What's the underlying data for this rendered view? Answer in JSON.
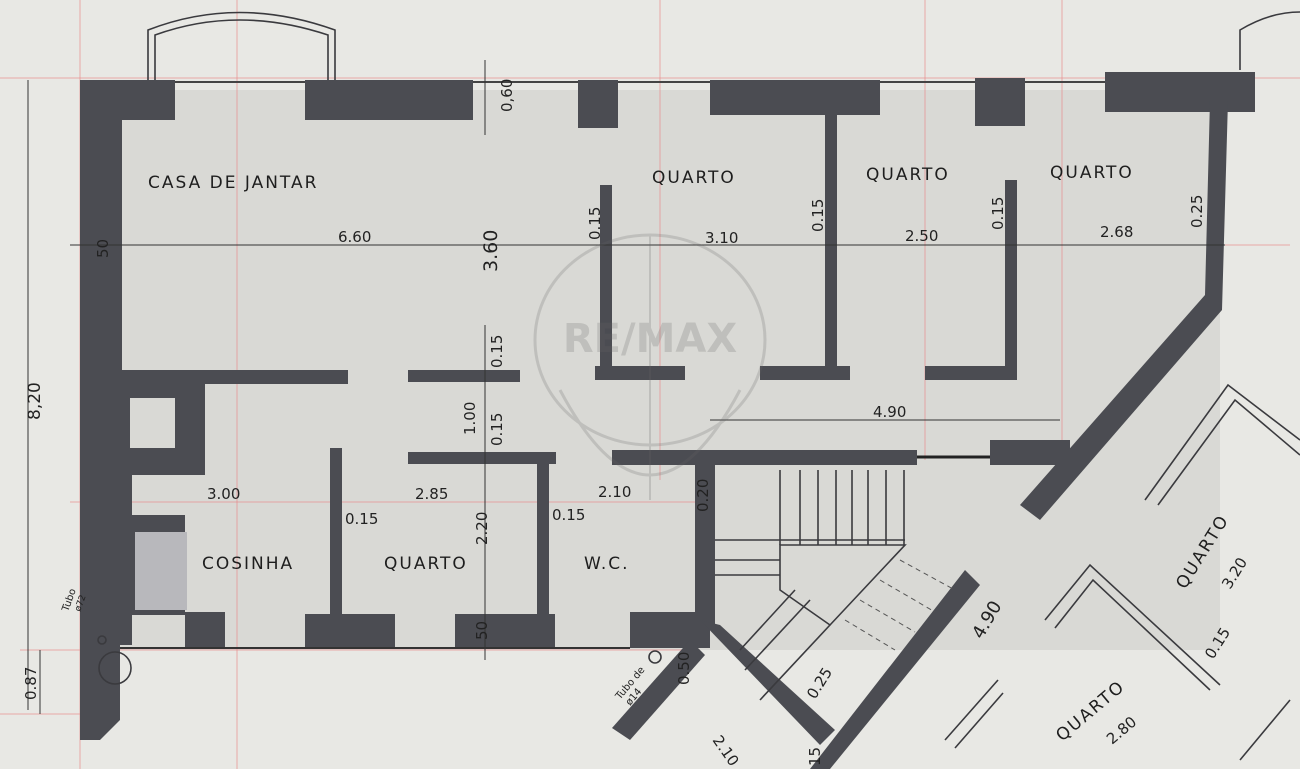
{
  "rooms": {
    "casa_de_jantar": "CASA DE JANTAR",
    "quarto_1": "QUARTO",
    "quarto_2": "QUARTO",
    "quarto_3": "QUARTO",
    "cosinha": "COSINHA",
    "quarto_4": "QUARTO",
    "wc": "W.C.",
    "quarto_5": "QUARTO",
    "quarto_6": "QUARTO"
  },
  "dimensions": {
    "d_0_60": "0,60",
    "d_50_left": "50",
    "d_6_60": "6.60",
    "d_3_60": "3.60",
    "d_0_15_a": "0.15",
    "d_3_10": "3.10",
    "d_0_15_b": "0.15",
    "d_2_50": "2.50",
    "d_0_15_c": "0.15",
    "d_2_68": "2.68",
    "d_0_25_right": "0.25",
    "d_0_15_mid": "0.15",
    "d_1_00": "1.00",
    "d_0_15_mid2": "0.15",
    "d_4_90_h": "4.90",
    "d_3_00": "3.00",
    "d_2_85": "2.85",
    "d_2_10": "2.10",
    "d_0_20": "0.20",
    "d_0_15_k": "0.15",
    "d_2_20": "2.20",
    "d_0_15_w": "0.15",
    "d_50_bottom": "50",
    "d_8_20": "8,20",
    "d_0_87": "0.87",
    "d_0_50": "0.50",
    "d_0_25_stair": "0.25",
    "d_4_90_diag": "4.90",
    "d_0_15_diag": "0.15",
    "d_3_20": "3.20",
    "d_2_80": "2.80",
    "d_2_10_diag": "2.10",
    "d_15_bot": "15"
  },
  "annotations": {
    "tubo_left": "Tubo",
    "tubo_left_2": "ø72",
    "tubo_right": "Tubo de",
    "tubo_right_2": "ø14"
  },
  "watermark": "RE/MAX"
}
